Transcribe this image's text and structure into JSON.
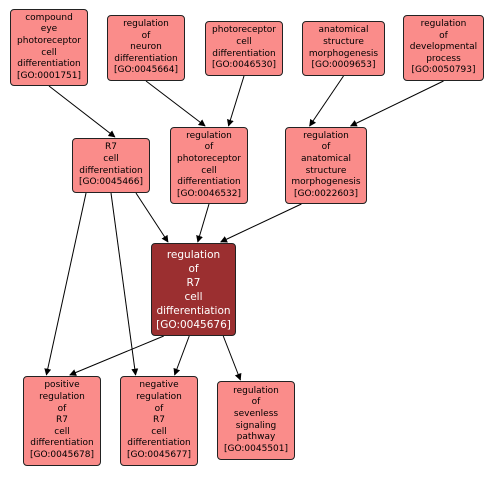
{
  "colors": {
    "node_fill": "#fa8c8a",
    "focus_fill": "#9b2f30",
    "node_border": "#222222",
    "edge": "#000000"
  },
  "nodes": {
    "n0001751": {
      "lines": [
        "compound",
        "eye",
        "photoreceptor",
        "cell",
        "differentiation"
      ],
      "id": "[GO:0001751]"
    },
    "n0045664": {
      "lines": [
        "regulation",
        "of",
        "neuron",
        "differentiation"
      ],
      "id": "[GO:0045664]"
    },
    "n0046530": {
      "lines": [
        "photoreceptor",
        "cell",
        "differentiation"
      ],
      "id": "[GO:0046530]"
    },
    "n0009653": {
      "lines": [
        "anatomical",
        "structure",
        "morphogenesis"
      ],
      "id": "[GO:0009653]"
    },
    "n0050793": {
      "lines": [
        "regulation",
        "of",
        "developmental",
        "process"
      ],
      "id": "[GO:0050793]"
    },
    "n0045466": {
      "lines": [
        "R7",
        "cell",
        "differentiation"
      ],
      "id": "[GO:0045466]"
    },
    "n0046532": {
      "lines": [
        "regulation",
        "of",
        "photoreceptor",
        "cell",
        "differentiation"
      ],
      "id": "[GO:0046532]"
    },
    "n0022603": {
      "lines": [
        "regulation",
        "of",
        "anatomical",
        "structure",
        "morphogenesis"
      ],
      "id": "[GO:0022603]"
    },
    "n0045676": {
      "lines": [
        "regulation",
        "of",
        "R7",
        "cell",
        "differentiation"
      ],
      "id": "[GO:0045676]"
    },
    "n0045678": {
      "lines": [
        "positive",
        "regulation",
        "of",
        "R7",
        "cell",
        "differentiation"
      ],
      "id": "[GO:0045678]"
    },
    "n0045677": {
      "lines": [
        "negative",
        "regulation",
        "of",
        "R7",
        "cell",
        "differentiation"
      ],
      "id": "[GO:0045677]"
    },
    "n0045501": {
      "lines": [
        "regulation",
        "of",
        "sevenless",
        "signaling",
        "pathway"
      ],
      "id": "[GO:0045501]"
    }
  },
  "edges": [
    [
      "n0001751",
      "n0045466"
    ],
    [
      "n0045664",
      "n0046532"
    ],
    [
      "n0046530",
      "n0046532"
    ],
    [
      "n0009653",
      "n0022603"
    ],
    [
      "n0050793",
      "n0022603"
    ],
    [
      "n0045466",
      "n0045676"
    ],
    [
      "n0045466",
      "n0045678"
    ],
    [
      "n0045466",
      "n0045677"
    ],
    [
      "n0046532",
      "n0045676"
    ],
    [
      "n0022603",
      "n0045676"
    ],
    [
      "n0045676",
      "n0045678"
    ],
    [
      "n0045676",
      "n0045677"
    ],
    [
      "n0045676",
      "n0045501"
    ]
  ]
}
